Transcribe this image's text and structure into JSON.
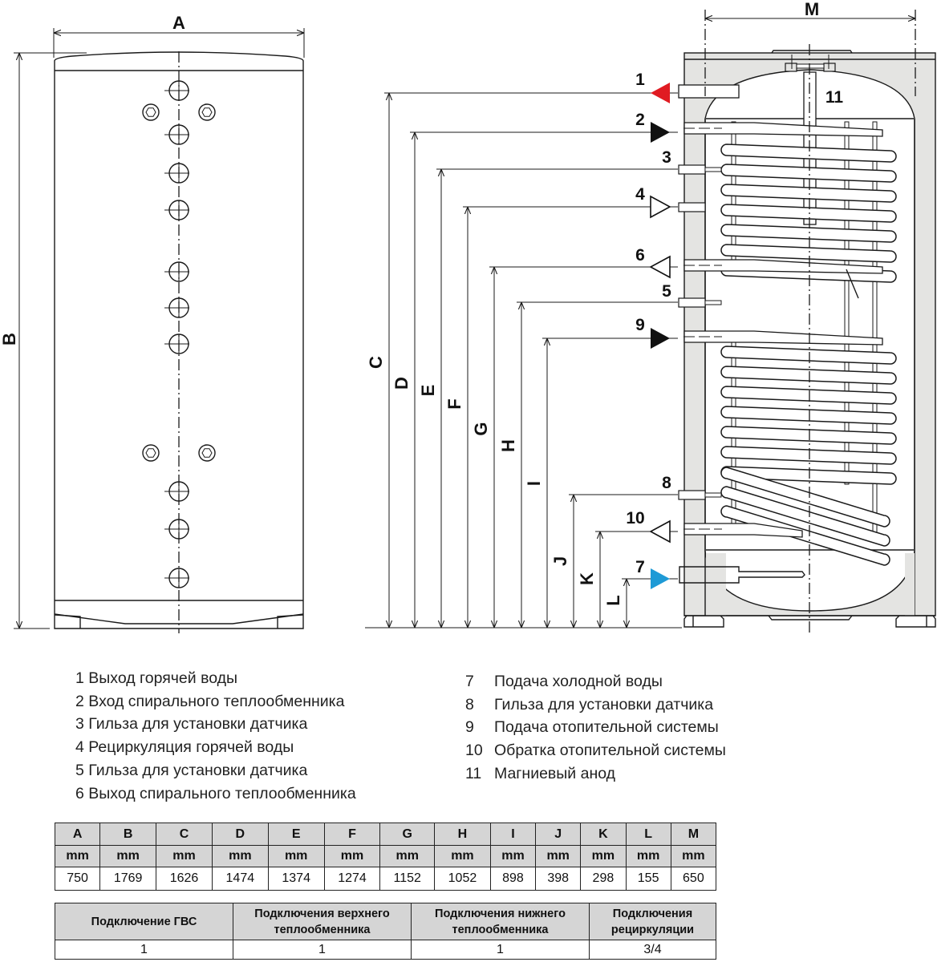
{
  "colors": {
    "hot_out": "#e01b22",
    "cold_in": "#1e9ad6",
    "jacket": "#e4e4e2",
    "line": "#1a1a1a",
    "table_header": "#d5d5d5"
  },
  "front_view": {
    "width_label": "A",
    "height_label": "B"
  },
  "section_view": {
    "width_label": "M",
    "anode_label": "11",
    "dimension_labels": [
      "C",
      "D",
      "E",
      "F",
      "G",
      "H",
      "I",
      "J",
      "K",
      "L"
    ],
    "connections": [
      {
        "num": "1",
        "marker": "filled-left-red",
        "dim": "C"
      },
      {
        "num": "2",
        "marker": "filled-right-black",
        "dim": "D"
      },
      {
        "num": "3",
        "marker": "none",
        "dim": "E"
      },
      {
        "num": "4",
        "marker": "open-right",
        "dim": "F"
      },
      {
        "num": "6",
        "marker": "open-left",
        "dim": "G"
      },
      {
        "num": "5",
        "marker": "none",
        "dim": "H"
      },
      {
        "num": "9",
        "marker": "filled-right-black",
        "dim": "I"
      },
      {
        "num": "8",
        "marker": "none",
        "dim": "J"
      },
      {
        "num": "10",
        "marker": "open-left",
        "dim": "K"
      },
      {
        "num": "7",
        "marker": "filled-right-blue",
        "dim": "L"
      }
    ]
  },
  "legend": {
    "left": [
      {
        "num": "1",
        "text": "Выход горячей воды"
      },
      {
        "num": "2",
        "text": "Вход спирального теплообменника"
      },
      {
        "num": "3",
        "text": "Гильза для установки датчика"
      },
      {
        "num": "4",
        "text": "Рециркуляция горячей воды"
      },
      {
        "num": "5",
        "text": "Гильза для установки датчика"
      },
      {
        "num": "6",
        "text": "Выход спирального теплообменника"
      }
    ],
    "right": [
      {
        "num": "7",
        "text": "Подача холодной воды"
      },
      {
        "num": "8",
        "text": "Гильза для установки датчика"
      },
      {
        "num": "9",
        "text": "Подача отопительной системы"
      },
      {
        "num": "10",
        "text": "Обратка отопительной системы"
      },
      {
        "num": "11",
        "text": "Магниевый анод"
      }
    ]
  },
  "dimensions_table": {
    "unit": "mm",
    "columns": [
      {
        "key": "A",
        "value": "750"
      },
      {
        "key": "B",
        "value": "1769"
      },
      {
        "key": "C",
        "value": "1626"
      },
      {
        "key": "D",
        "value": "1474"
      },
      {
        "key": "E",
        "value": "1374"
      },
      {
        "key": "F",
        "value": "1274"
      },
      {
        "key": "G",
        "value": "1152"
      },
      {
        "key": "H",
        "value": "1052"
      },
      {
        "key": "I",
        "value": "898"
      },
      {
        "key": "J",
        "value": "398"
      },
      {
        "key": "K",
        "value": "298"
      },
      {
        "key": "L",
        "value": "155"
      },
      {
        "key": "M",
        "value": "650"
      }
    ]
  },
  "connections_table": {
    "headers": [
      [
        "Подключение ГВС"
      ],
      [
        "Подключения верхнего",
        "теплообменника"
      ],
      [
        "Подключения нижнего",
        "теплообменника"
      ],
      [
        "Подключения",
        "рециркуляции"
      ]
    ],
    "values": [
      "1",
      "1",
      "1",
      "3/4"
    ]
  }
}
